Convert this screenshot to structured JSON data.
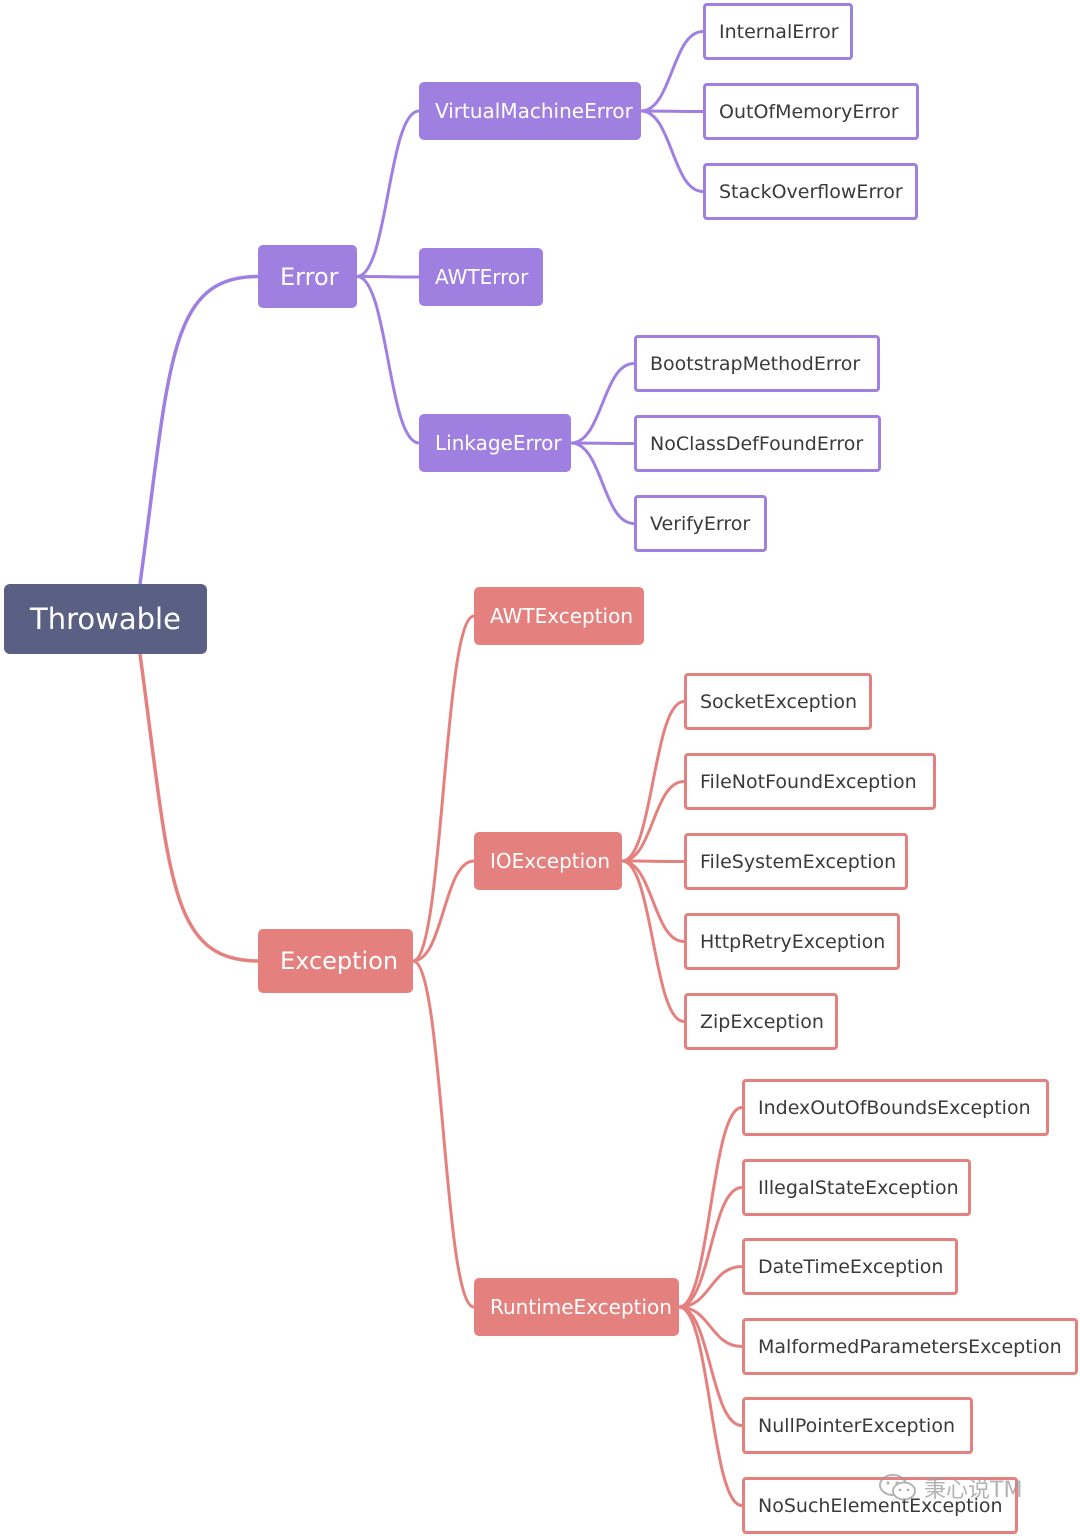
{
  "colors": {
    "root": "#5a5f84",
    "error": "#9f7fe0",
    "exception": "#e4817e"
  },
  "tree": {
    "root": "Throwable",
    "error": {
      "label": "Error",
      "children": [
        {
          "label": "VirtualMachineError",
          "children": [
            "InternalError",
            "OutOfMemoryError",
            "StackOverflowError"
          ]
        },
        {
          "label": "AWTError",
          "children": []
        },
        {
          "label": "LinkageError",
          "children": [
            "BootstrapMethodError",
            "NoClassDefFoundError",
            "VerifyError"
          ]
        }
      ]
    },
    "exception": {
      "label": "Exception",
      "children": [
        {
          "label": "AWTException",
          "children": []
        },
        {
          "label": "IOException",
          "children": [
            "SocketException",
            "FileNotFoundException",
            "FileSystemException",
            "HttpRetryException",
            "ZipException"
          ]
        },
        {
          "label": "RuntimeException",
          "children": [
            "IndexOutOfBoundsException",
            "IllegalStateException",
            "DateTimeException",
            "MalformedParametersException",
            "NullPointerException",
            "NoSuchElementException"
          ]
        }
      ]
    }
  },
  "watermark": {
    "text": "秉心说TM",
    "icon": "wechat-icon"
  }
}
